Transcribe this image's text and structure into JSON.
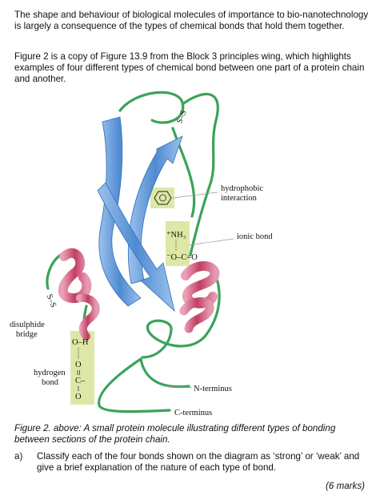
{
  "text": {
    "intro": "The shape and behaviour of biological molecules of importance to bio-nanotechnology is largely a consequence of the types of chemical bonds that hold them together.",
    "figure_ref": "Figure 2 is a copy of Figure 13.9 from the Block 3 principles wing, which highlights examples of four different types of chemical bond between one part of a protein chain and another.",
    "caption": "Figure 2. above: A small protein molecule illustrating different types of bonding between sections of the protein chain.",
    "question_number": "a)",
    "question_text": "Classify each of the four bonds shown on the diagram as ‘strong’ or ‘weak’ and give a brief explanation of the nature of each type of bond.",
    "marks": "(6 marks)"
  },
  "figure": {
    "labels": {
      "hydrophobic_1": "hydrophobic",
      "hydrophobic_2": "interaction",
      "ionic": "ionic bond",
      "disulphide_1": "disulphide",
      "disulphide_2": "bridge",
      "hydrogen_1": "hydrogen",
      "hydrogen_2": "bond",
      "n_terminus": "N-terminus",
      "c_terminus": "C-terminus"
    },
    "chem": {
      "ss_top": "S–S",
      "ss_left": "S–S",
      "nh3": "⁺NH₃",
      "coo": "⁻O–C=O",
      "oh": "O–H",
      "o_upper": "O",
      "c": "C–",
      "o_lower": "O",
      "dash": "–"
    },
    "colors": {
      "coil": "#3aa35a",
      "sheet": "#5b95d6",
      "helix": "#c8436a",
      "highlight": "#dde8a6"
    }
  }
}
